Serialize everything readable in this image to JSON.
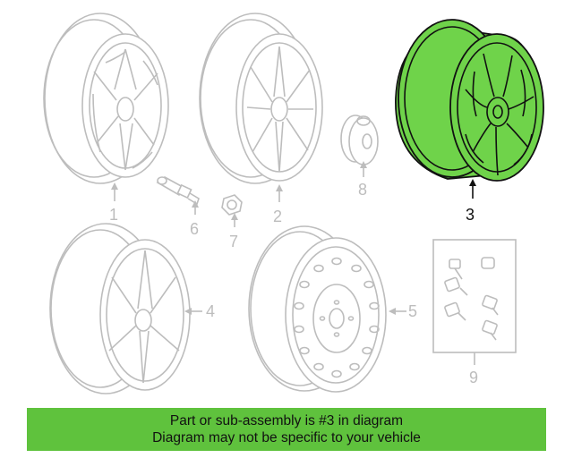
{
  "callouts": {
    "c1": "1",
    "c2": "2",
    "c3": "3",
    "c4": "4",
    "c5": "5",
    "c6": "6",
    "c7": "7",
    "c8": "8",
    "c9": "9"
  },
  "highlighted_part": "3",
  "banner": {
    "line1": "Part or sub-assembly is #3 in diagram",
    "line2": "Diagram may not be specific to your vehicle"
  },
  "colors": {
    "highlight": "#6fd34a",
    "banner": "#5fc23d",
    "line_gray": "#bdbdbd"
  }
}
